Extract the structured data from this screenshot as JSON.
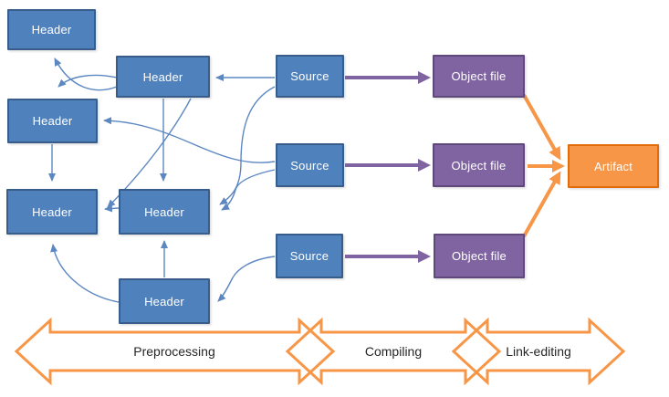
{
  "diagram": {
    "nodes": {
      "header1": {
        "label": "Header"
      },
      "header2": {
        "label": "Header"
      },
      "header3": {
        "label": "Header"
      },
      "header4": {
        "label": "Header"
      },
      "header5": {
        "label": "Header"
      },
      "header6": {
        "label": "Header"
      },
      "source1": {
        "label": "Source"
      },
      "source2": {
        "label": "Source"
      },
      "source3": {
        "label": "Source"
      },
      "object1": {
        "label": "Object file"
      },
      "object2": {
        "label": "Object file"
      },
      "object3": {
        "label": "Object file"
      },
      "artifact": {
        "label": "Artifact"
      }
    },
    "stages": {
      "preprocessing": {
        "label": "Preprocessing"
      },
      "compiling": {
        "label": "Compiling"
      },
      "linkediting": {
        "label": "Link-editing"
      }
    },
    "edges": [
      {
        "from": "header2",
        "to": "header1",
        "kind": "include"
      },
      {
        "from": "header2",
        "to": "header3",
        "kind": "include"
      },
      {
        "from": "header2",
        "to": "header5",
        "kind": "include"
      },
      {
        "from": "header2",
        "to": "header4",
        "kind": "include"
      },
      {
        "from": "header3",
        "to": "header4",
        "kind": "include"
      },
      {
        "from": "header5",
        "to": "header4",
        "kind": "include"
      },
      {
        "from": "header6",
        "to": "header5",
        "kind": "include"
      },
      {
        "from": "header6",
        "to": "header4",
        "kind": "include"
      },
      {
        "from": "source1",
        "to": "header2",
        "kind": "include"
      },
      {
        "from": "source1",
        "to": "header5",
        "kind": "include"
      },
      {
        "from": "source2",
        "to": "header3",
        "kind": "include"
      },
      {
        "from": "source2",
        "to": "header5",
        "kind": "include"
      },
      {
        "from": "source3",
        "to": "header6",
        "kind": "include"
      },
      {
        "from": "source1",
        "to": "object1",
        "kind": "compile"
      },
      {
        "from": "source2",
        "to": "object2",
        "kind": "compile"
      },
      {
        "from": "source3",
        "to": "object3",
        "kind": "compile"
      },
      {
        "from": "object1",
        "to": "artifact",
        "kind": "link"
      },
      {
        "from": "object2",
        "to": "artifact",
        "kind": "link"
      },
      {
        "from": "object3",
        "to": "artifact",
        "kind": "link"
      }
    ],
    "colors": {
      "node_blue_fill": "#4f81bd",
      "node_blue_border": "#385d8a",
      "node_purple_fill": "#8064a2",
      "node_purple_border": "#5f497a",
      "node_orange_fill": "#f79646",
      "node_orange_border": "#e36c0a",
      "arrow_blue": "#5c87c0",
      "arrow_purple": "#8064a2",
      "arrow_orange": "#f79646",
      "stage_outline": "#f79646",
      "stage_text": "#262626"
    }
  }
}
